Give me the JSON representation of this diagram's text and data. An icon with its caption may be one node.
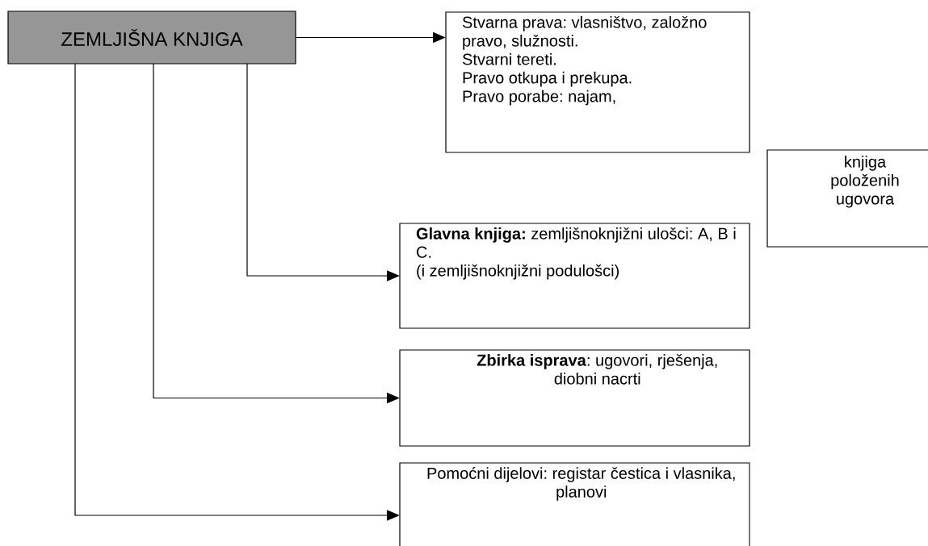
{
  "diagram": {
    "nodes": [
      {
        "text": [
          "ZEMLJIŠNA KNJIGA"
        ]
      },
      {
        "text": [
          "Stvarna prava: vlasništvo, založno pravo, služnosti.",
          "Stvarni tereti.",
          "Pravo otkupa i prekupa.",
          "Pravo porabe: najam,"
        ]
      },
      {
        "text": [
          "knjiga položenih ugovora"
        ]
      },
      {
        "text": [
          "**Glavna knjiga:** zemljišnoknjižni ulošci: A, B i C.",
          "(i zemljišnoknjižni podulošci)"
        ]
      },
      {
        "text": [
          "**Zbirka isprava**: ugovori, rješenja, diobni nacrti"
        ]
      },
      {
        "text": [
          "Pomoćni dijelovi: registar čestica i vlasnika, planovi"
        ]
      }
    ],
    "edges": [
      {
        "from": 0,
        "to": 1,
        "arrow": "to"
      },
      {
        "from": 0,
        "to": 3,
        "arrow": "to"
      },
      {
        "from": 0,
        "to": 4,
        "arrow": "to"
      },
      {
        "from": 0,
        "to": 5,
        "arrow": "to"
      }
    ]
  }
}
